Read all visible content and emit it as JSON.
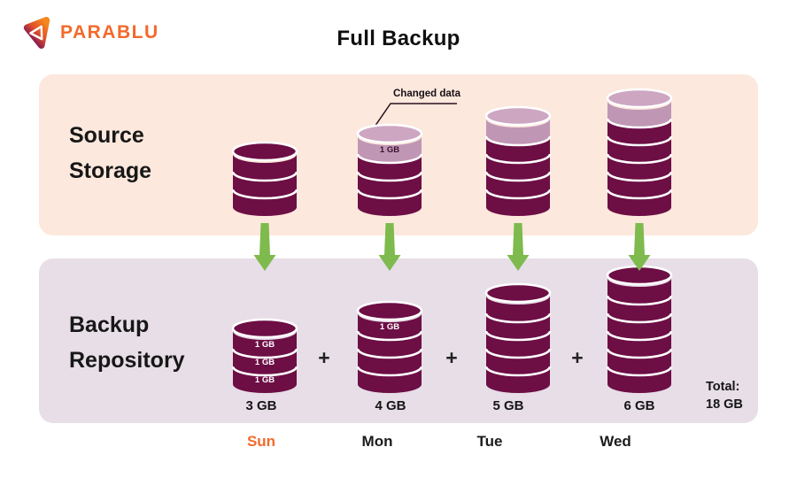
{
  "logo": {
    "brand": "PARABLU"
  },
  "title": "Full Backup",
  "bands": {
    "source": {
      "line1": "Source",
      "line2": "Storage"
    },
    "backup": {
      "line1": "Backup",
      "line2": "Repository"
    }
  },
  "annotation": {
    "changed_data_label": "Changed data"
  },
  "plus": "+",
  "total": {
    "label": "Total:",
    "value": "18 GB"
  },
  "columns": [
    {
      "day": "Sun",
      "total": "3 GB",
      "source": {
        "segments": [
          "dark",
          "dark",
          "dark"
        ],
        "labels": [
          "",
          "",
          ""
        ]
      },
      "backup": {
        "segments": [
          "dark",
          "dark",
          "dark"
        ],
        "labels": [
          "1 GB",
          "1 GB",
          "1 GB"
        ]
      }
    },
    {
      "day": "Mon",
      "total": "4 GB",
      "source": {
        "segments": [
          "light",
          "dark",
          "dark",
          "dark"
        ],
        "labels": [
          "1 GB",
          "",
          "",
          ""
        ]
      },
      "backup": {
        "segments": [
          "dark",
          "dark",
          "dark",
          "dark"
        ],
        "labels": [
          "1 GB",
          "",
          "",
          ""
        ]
      }
    },
    {
      "day": "Tue",
      "total": "5 GB",
      "source": {
        "segments": [
          "light",
          "dark",
          "dark",
          "dark",
          "dark"
        ],
        "labels": [
          "",
          "",
          "",
          "",
          ""
        ]
      },
      "backup": {
        "segments": [
          "dark",
          "dark",
          "dark",
          "dark",
          "dark"
        ],
        "labels": [
          "",
          "",
          "",
          "",
          ""
        ]
      }
    },
    {
      "day": "Wed",
      "total": "6 GB",
      "source": {
        "segments": [
          "light",
          "dark",
          "dark",
          "dark",
          "dark",
          "dark"
        ],
        "labels": [
          "",
          "",
          "",
          "",
          "",
          ""
        ]
      },
      "backup": {
        "segments": [
          "dark",
          "dark",
          "dark",
          "dark",
          "dark",
          "dark"
        ],
        "labels": [
          "",
          "",
          "",
          "",
          "",
          ""
        ]
      }
    }
  ],
  "colors": {
    "disk": "#6d0e45",
    "changed_top": "#cda6c2",
    "changed_side": "#c096b5",
    "arrow": "#7eba4d",
    "accent_orange": "#f26a2b",
    "source_band_bg": "#fce8dc",
    "backup_band_bg": "#e7dee7",
    "segment_label_on_dark": "#ffffff",
    "segment_label_on_light": "#3d1230"
  }
}
